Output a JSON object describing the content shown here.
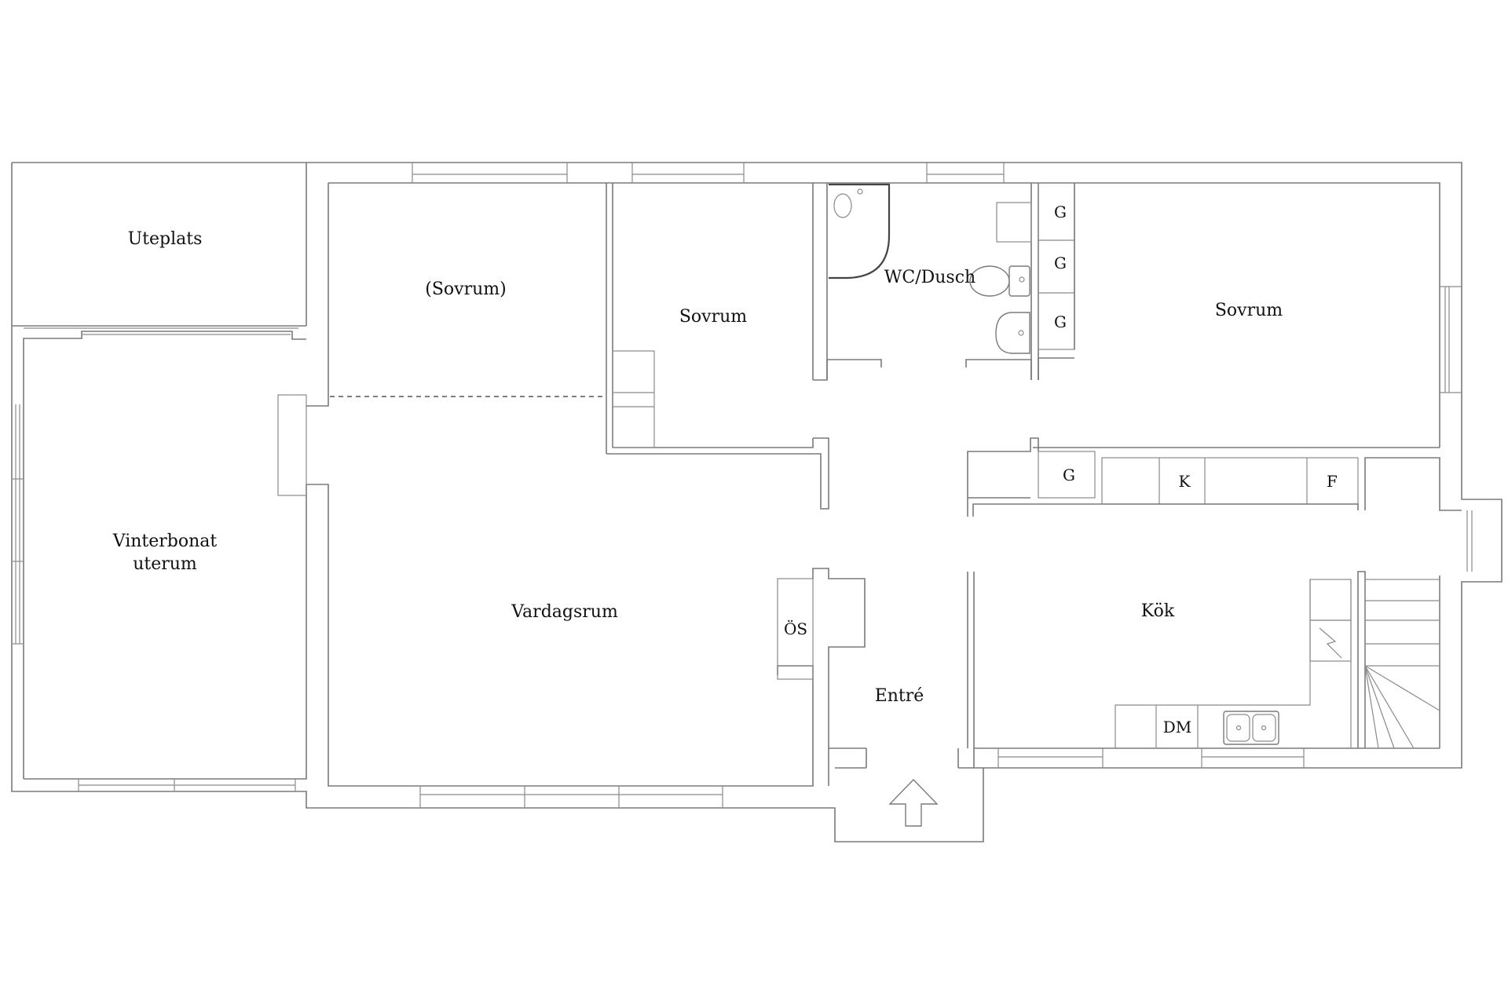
{
  "rooms": {
    "uteplats": "Uteplats",
    "sovrum_optional": "(Sovrum)",
    "sovrum_middle": "Sovrum",
    "wc_dusch": "WC/Dusch",
    "sovrum_right": "Sovrum",
    "vinterbonat_line1": "Vinterbonat",
    "vinterbonat_line2": "uterum",
    "vardagsrum": "Vardagsrum",
    "entre": "Entré",
    "kok": "Kök"
  },
  "fixtures": {
    "closet_g1": "G",
    "closet_g2": "G",
    "closet_g3": "G",
    "closet_g4": "G",
    "kitchen_k": "K",
    "kitchen_f": "F",
    "dishwasher": "DM",
    "fireplace": "ÖS"
  },
  "colors": {
    "walls": "#7a7a7a",
    "text": "#111111",
    "background": "#ffffff"
  },
  "icons": [
    "entrance-arrow-icon",
    "shower-icon",
    "toilet-icon",
    "sink-icon",
    "double-sink-icon",
    "stove-icon",
    "stairs-icon"
  ]
}
